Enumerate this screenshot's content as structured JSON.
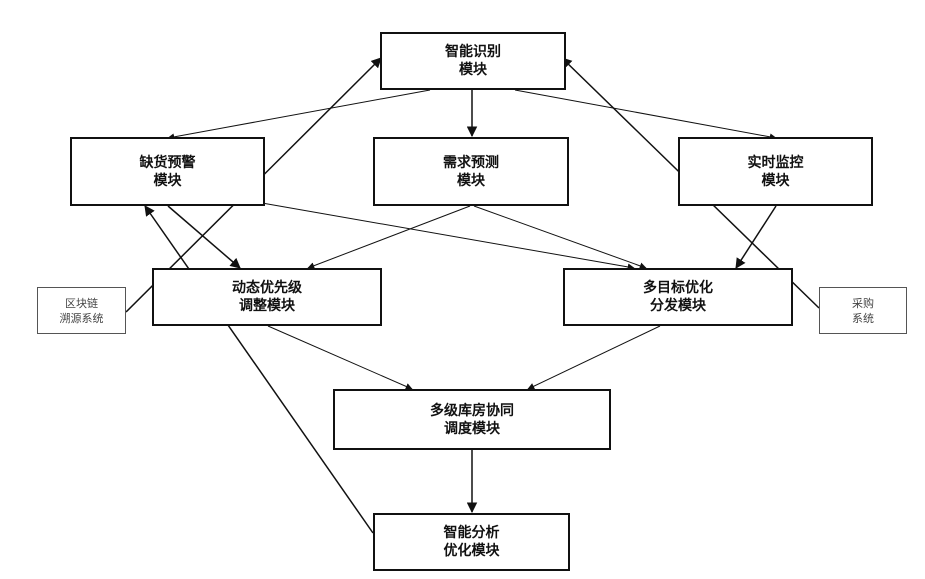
{
  "modules": {
    "recognition": {
      "line1": "智能识别",
      "line2": "模块"
    },
    "shortage": {
      "line1": "缺货预警",
      "line2": "模块"
    },
    "demand": {
      "line1": "需求预测",
      "line2": "模块"
    },
    "monitoring": {
      "line1": "实时监控",
      "line2": "模块"
    },
    "priority": {
      "line1": "动态优先级",
      "line2": "调整模块"
    },
    "distribution": {
      "line1": "多目标优化",
      "line2": "分发模块"
    },
    "warehouse": {
      "line1": "多级库房协同",
      "line2": "调度模块"
    },
    "analysis": {
      "line1": "智能分析",
      "line2": "优化模块"
    }
  },
  "external": {
    "blockchain": {
      "line1": "区块链",
      "line2": "溯源系统"
    },
    "procurement": {
      "line1": "采购",
      "line2": "系统"
    }
  }
}
